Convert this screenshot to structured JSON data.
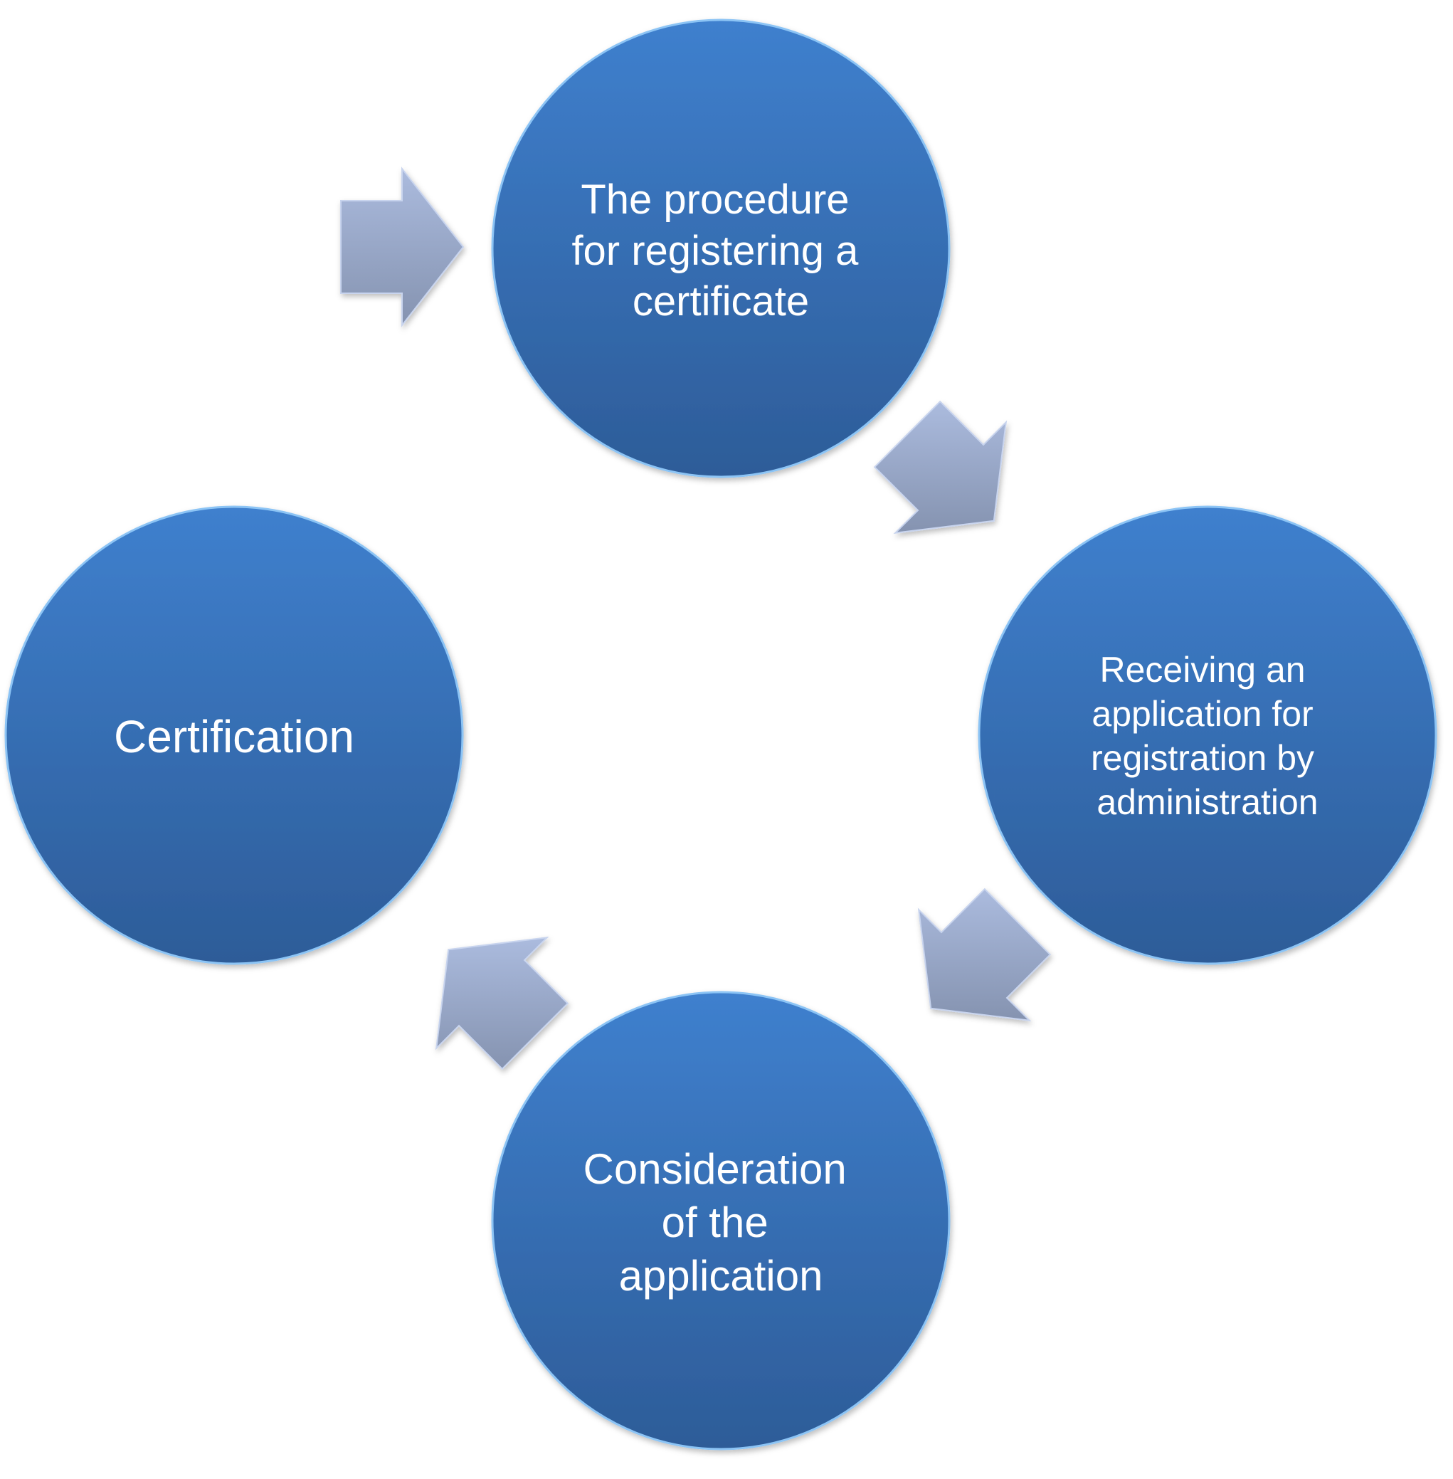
{
  "diagram": {
    "steps": [
      {
        "lines": [
          "The procedure",
          "for registering a",
          "certificate"
        ]
      },
      {
        "lines": [
          "Receiving an",
          "application for",
          "registration by",
          "administration"
        ]
      },
      {
        "lines": [
          "Consideration",
          "of the",
          "application"
        ]
      },
      {
        "lines": [
          "Certification"
        ]
      }
    ],
    "arrow_icons": [
      "arrow-right-icon",
      "arrow-down-right-icon",
      "arrow-down-left-icon",
      "arrow-up-left-icon"
    ]
  },
  "colors": {
    "circle_top": "#3f80ce",
    "circle_bottom": "#2d5c98",
    "circle_rim": "#8cc4f5",
    "arrow_top": "#abbbde",
    "arrow_bottom": "#8593b0"
  }
}
